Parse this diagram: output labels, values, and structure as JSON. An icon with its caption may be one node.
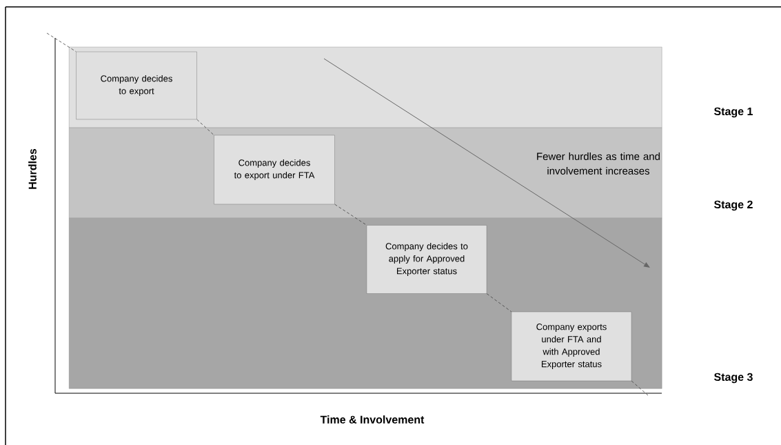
{
  "diagram": {
    "nodes": [
      {
        "text": [
          "Stage 1"
        ]
      },
      {
        "text": [
          "Company decides to export"
        ],
        "in": 0
      },
      {
        "text": [
          "Stage 2"
        ]
      },
      {
        "text": [
          "Company decides to export under FTA"
        ],
        "in": 2
      },
      {
        "text": [
          "Stage 3"
        ]
      },
      {
        "text": [
          "Company decides to apply for Approved Exporter status"
        ],
        "in": 4
      },
      {
        "text": [
          "Company exports under FTA and with Approved Exporter status"
        ],
        "in": 4
      }
    ],
    "edges": [
      {
        "from": null,
        "to": 1,
        "arrow": "none",
        "style": "dashed"
      },
      {
        "from": 1,
        "to": 3,
        "arrow": "none",
        "style": "dashed"
      },
      {
        "from": 3,
        "to": 5,
        "arrow": "none",
        "style": "dashed"
      },
      {
        "from": 5,
        "to": 6,
        "arrow": "none",
        "style": "dashed"
      },
      {
        "from": 6,
        "to": null,
        "arrow": "none",
        "style": "dashed"
      }
    ],
    "labels": [
      "Fewer hurdles as time and involvement increases",
      "Hurdles",
      "Time & Involvement"
    ]
  }
}
